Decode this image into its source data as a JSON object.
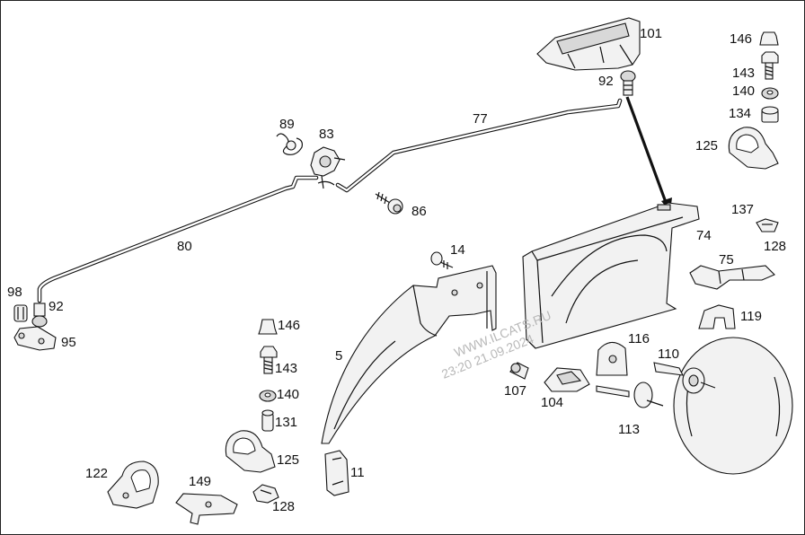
{
  "labels": {
    "p101": "101",
    "p146a": "146",
    "p143a": "143",
    "p140a": "140",
    "p134": "134",
    "p125a": "125",
    "p92a": "92",
    "p77": "77",
    "p89": "89",
    "p83": "83",
    "p86": "86",
    "p80": "80",
    "p137": "137",
    "p74": "74",
    "p128a": "128",
    "p14": "14",
    "p75": "75",
    "p98": "98",
    "p92b": "92",
    "p95": "95",
    "p119": "119",
    "p146b": "146",
    "p116": "116",
    "p110": "110",
    "p5": "5",
    "p143b": "143",
    "p107": "107",
    "p104": "104",
    "p140b": "140",
    "p131": "131",
    "p113": "113",
    "p125b": "125",
    "p11": "11",
    "p122": "122",
    "p149": "149",
    "p128b": "128"
  },
  "watermark": {
    "line1": "WWW.ILCATS.RU",
    "line2": "23:20 21.09.2024"
  }
}
